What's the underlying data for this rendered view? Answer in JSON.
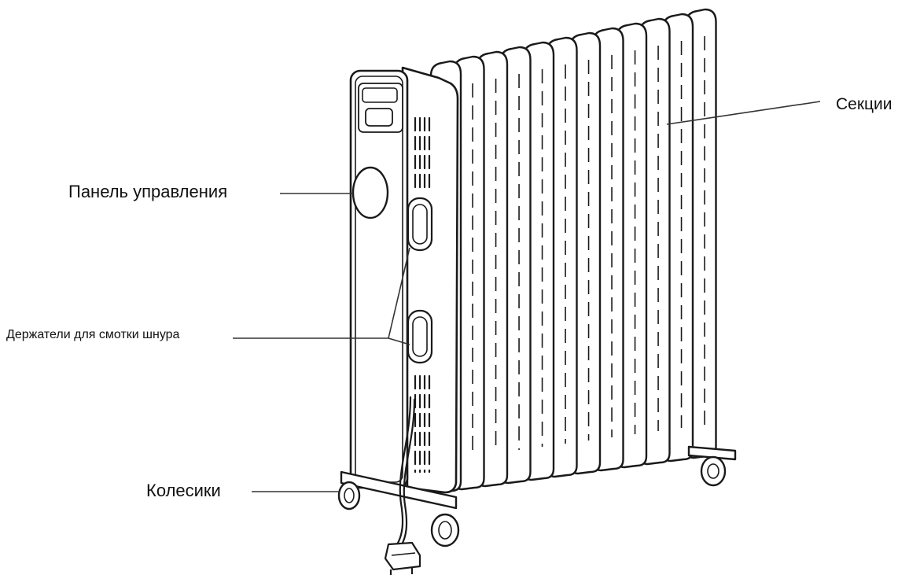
{
  "labels": {
    "sections": "Секции",
    "control_panel": "Панель управления",
    "cord_holders": "Держатели для смотки шнура",
    "wheels": "Колесики"
  },
  "colors": {
    "line": "#1a1a1a",
    "fill": "#ffffff",
    "text": "#111111"
  },
  "icons": [
    "oil-radiator-heater-illustration",
    "power-plug-icon"
  ]
}
